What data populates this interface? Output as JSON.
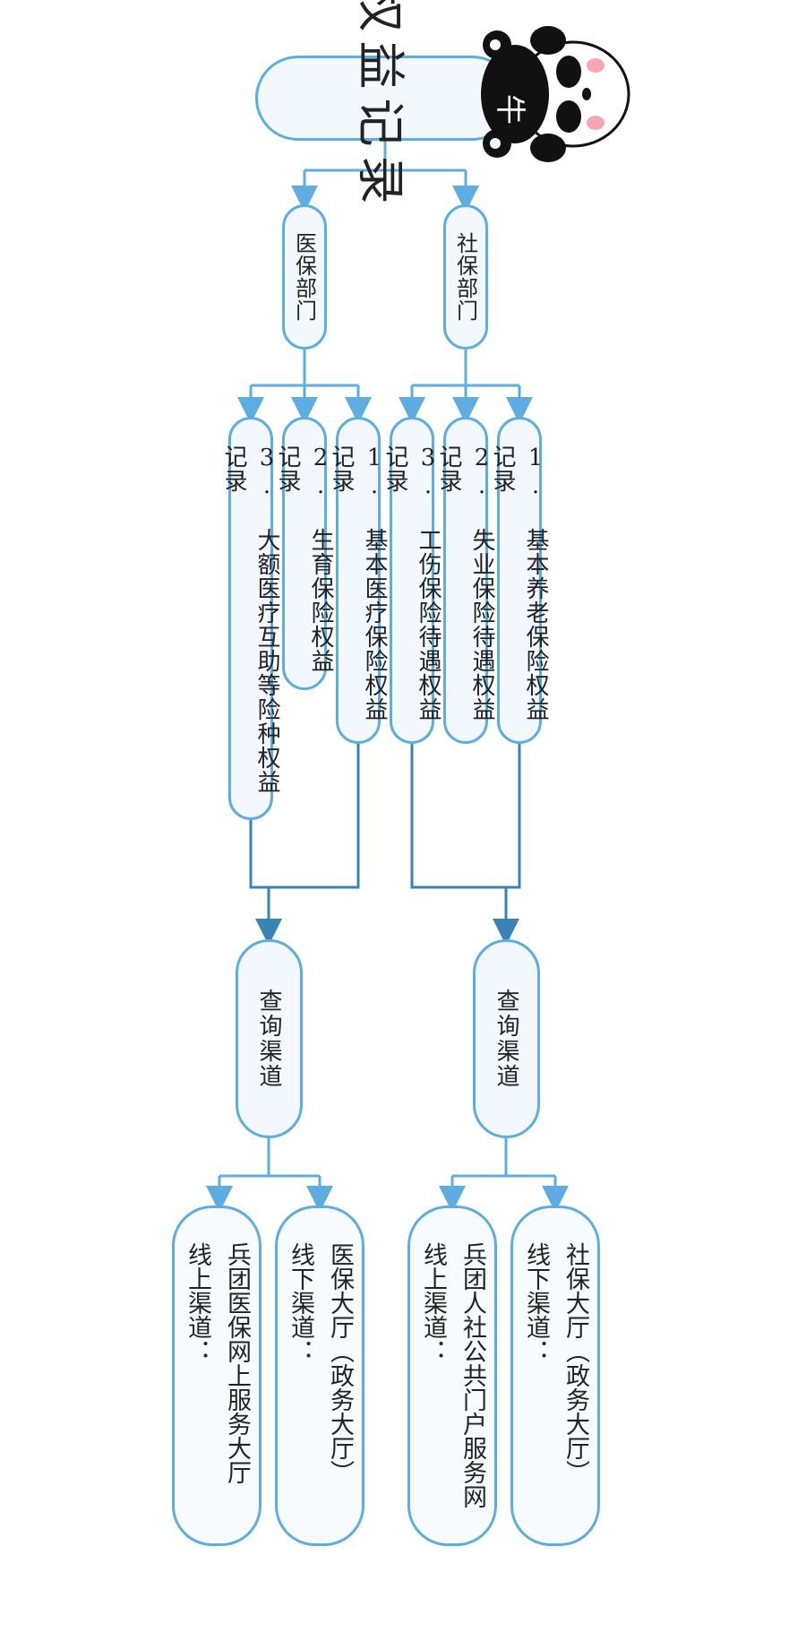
{
  "title": "权益记录",
  "branches": [
    {
      "department": "社保部门",
      "items": [
        "1. 基本养老保险权益记录",
        "2. 失业保险待遇权益记录",
        "3. 工伤保险待遇权益记录"
      ],
      "query": "查询渠道",
      "channels": [
        {
          "label": "线下渠道：",
          "value": "社保大厅（政务大厅）"
        },
        {
          "label": "线上渠道：",
          "value": "兵团人社公共门户服务网"
        }
      ]
    },
    {
      "department": "医保部门",
      "items": [
        "1. 基本医疗保险权益记录",
        "2. 生育保险权益记录",
        "3. 大额医疗互助等险种权益记录"
      ],
      "query": "查询渠道",
      "channels": [
        {
          "label": "线下渠道：",
          "value": "医保大厅（政务大厅）"
        },
        {
          "label": "线上渠道：",
          "value": "兵团医保网上服务大厅"
        }
      ]
    }
  ],
  "colors": {
    "border": "#5dade2",
    "line": "#5dade2",
    "dark_line": "#3b83b5",
    "fill": "#f2f8fd"
  },
  "icons": [
    "panda-mascot-icon"
  ]
}
